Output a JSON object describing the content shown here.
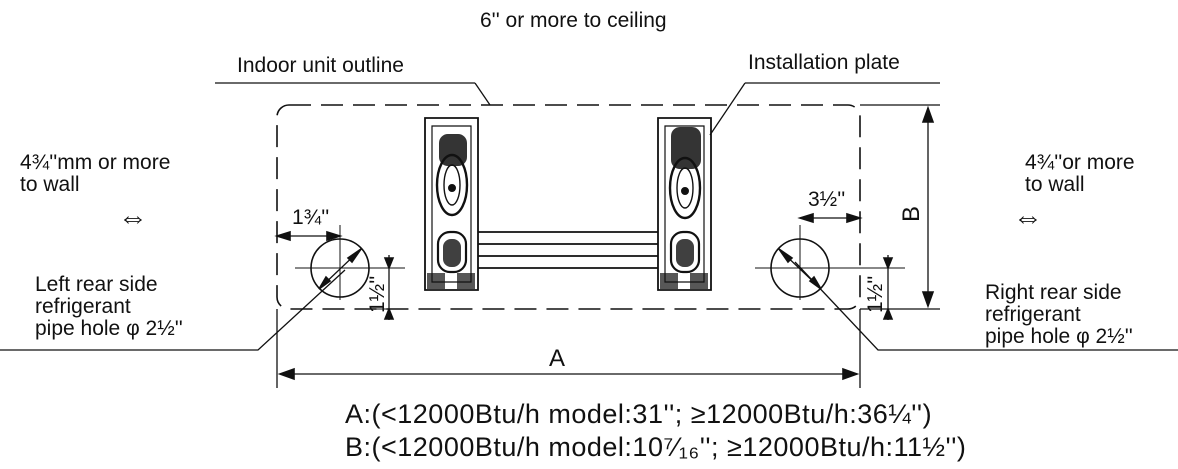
{
  "top_clearance": "6'' or more to ceiling",
  "indoor_unit_label": "Indoor unit outline",
  "plate_label": "Installation plate",
  "left_clearance": [
    "4¾''mm or more",
    "to wall"
  ],
  "right_clearance": [
    "4¾''or more",
    "to wall"
  ],
  "left_arrow": "⇔",
  "right_arrow": "⇔",
  "left_hole_label": [
    "Left rear side",
    "refrigerant",
    "pipe hole  φ 2½''"
  ],
  "right_hole_label": [
    "Right rear side",
    "refrigerant",
    "pipe hole  φ 2½''"
  ],
  "dim_left_offset": "1¾''",
  "dim_right_offset": "3½''",
  "dim_hole_height_left": "1½''",
  "dim_hole_height_right": "1½''",
  "dim_a": "A",
  "dim_b": "B",
  "formula_a": "A:(<12000Btu/h model:31''; ≥12000Btu/h:36¼'')",
  "formula_b": "B:(<12000Btu/h model:10⁷⁄₁₆''; ≥12000Btu/h:11½'')"
}
